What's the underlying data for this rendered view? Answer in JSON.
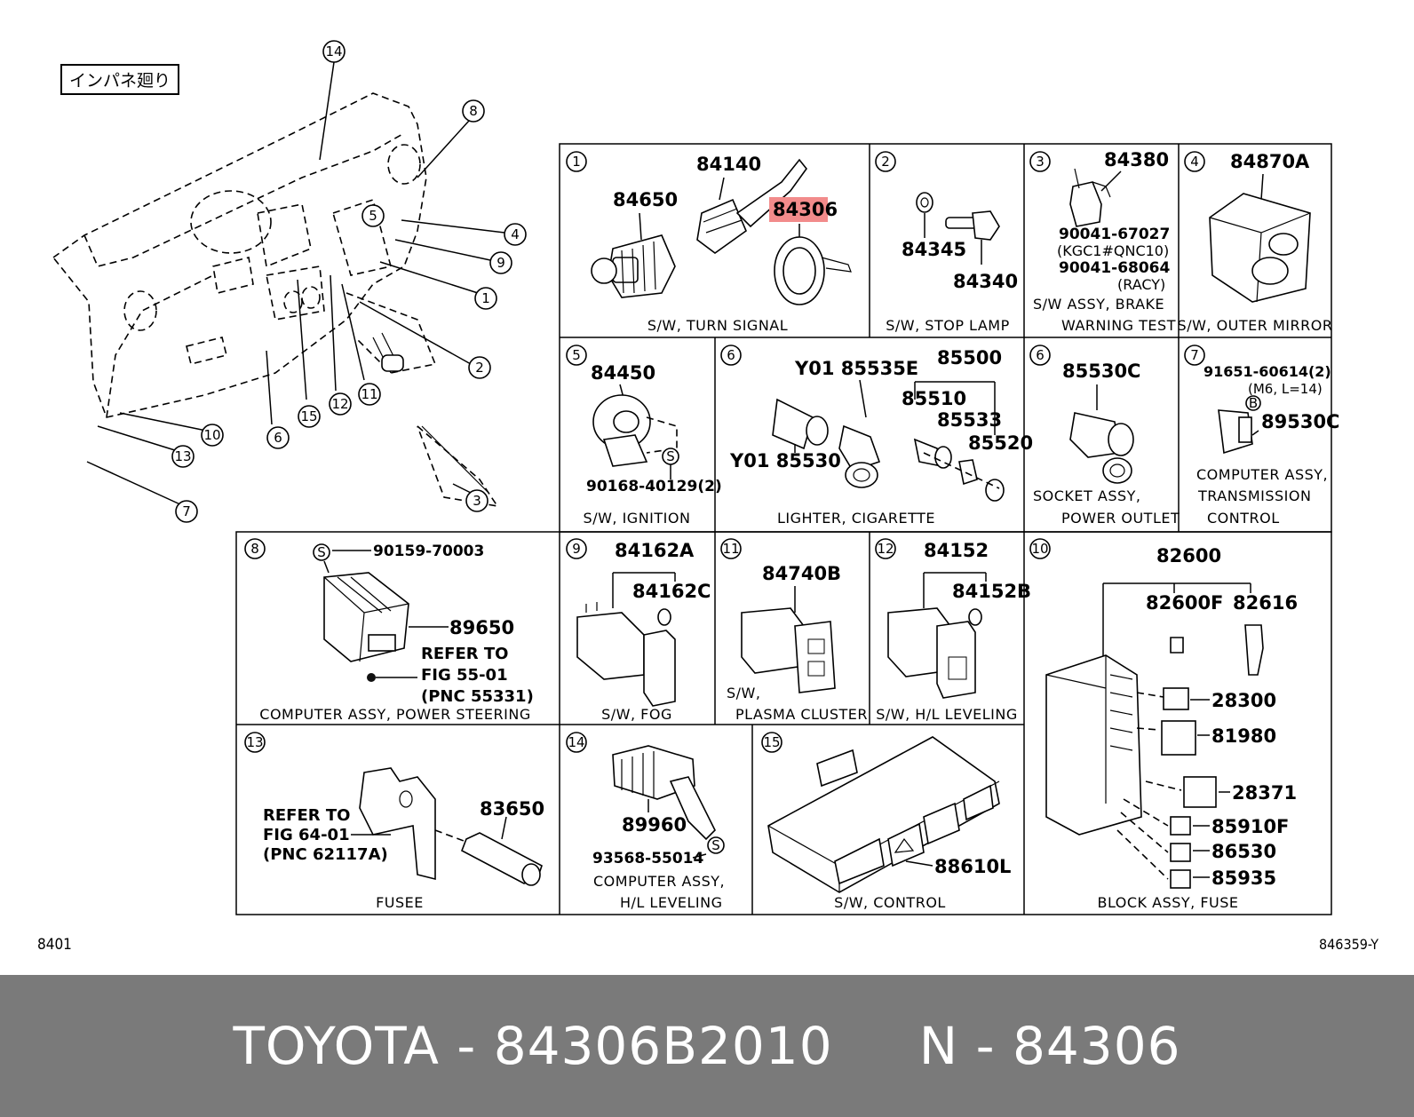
{
  "section_title": "インパネ廻り",
  "overview_callouts": [
    "14",
    "8",
    "5",
    "4",
    "9",
    "1",
    "2",
    "10",
    "13",
    "7",
    "6",
    "15",
    "12",
    "11",
    "3"
  ],
  "cells": {
    "c1": {
      "no": "1",
      "caption": "S/W, TURN SIGNAL",
      "parts": [
        "84650",
        "84140",
        "84306"
      ],
      "highlight": "84306"
    },
    "c2": {
      "no": "2",
      "caption": "S/W, STOP LAMP",
      "parts": [
        "84345",
        "84340"
      ]
    },
    "c3": {
      "no": "3",
      "caption_line1": "S/W ASSY, BRAKE",
      "caption_line2": "WARNING TEST",
      "parts": [
        "84380",
        "90041-67027",
        "(KGC1#QNC10)",
        "90041-68064",
        "(RACY)"
      ]
    },
    "c4": {
      "no": "4",
      "caption": "S/W, OUTER MIRROR",
      "parts": [
        "84870A"
      ]
    },
    "c5": {
      "no": "5",
      "caption": "S/W, IGNITION",
      "parts": [
        "84450",
        "90168-40129(2)"
      ],
      "symbol": "S"
    },
    "c6a": {
      "no": "6",
      "caption": "LIGHTER, CIGARETTE",
      "parts": [
        "Y01 85535E",
        "85500",
        "85510",
        "85533",
        "85520",
        "Y01 85530"
      ]
    },
    "c6b": {
      "no": "6",
      "caption_line1": "SOCKET ASSY,",
      "caption_line2": "POWER OUTLET",
      "parts": [
        "85530C"
      ]
    },
    "c7": {
      "no": "7",
      "caption_line1": "COMPUTER ASSY,",
      "caption_line2": "TRANSMISSION",
      "caption_line3": "CONTROL",
      "parts": [
        "91651-60614(2)",
        "(M6, L=14)",
        "89530C"
      ],
      "symbol": "B"
    },
    "c8": {
      "no": "8",
      "caption": "COMPUTER ASSY, POWER STEERING",
      "parts": [
        "90159-70003",
        "89650"
      ],
      "refer": [
        "REFER TO",
        "FIG 55-01",
        "(PNC 55331)"
      ],
      "symbol": "S"
    },
    "c9": {
      "no": "9",
      "caption": "S/W, FOG",
      "parts": [
        "84162A",
        "84162C"
      ]
    },
    "c11": {
      "no": "11",
      "caption_line1": "S/W,",
      "caption_line2": "PLASMA CLUSTER",
      "parts": [
        "84740B"
      ]
    },
    "c12": {
      "no": "12",
      "caption": "S/W, H/L LEVELING",
      "parts": [
        "84152",
        "84152B"
      ]
    },
    "c10": {
      "no": "10",
      "caption": "BLOCK ASSY, FUSE",
      "parts": [
        "82600",
        "82600F",
        "82616",
        "28300",
        "81980",
        "28371",
        "85910F",
        "86530",
        "85935"
      ]
    },
    "c13": {
      "no": "13",
      "caption": "FUSEE",
      "parts": [
        "83650"
      ],
      "refer": [
        "REFER TO",
        "FIG 64-01",
        "(PNC 62117A)"
      ]
    },
    "c14": {
      "no": "14",
      "caption_line1": "COMPUTER ASSY,",
      "caption_line2": "H/L LEVELING",
      "parts": [
        "89960",
        "93568-55014"
      ],
      "symbol": "S"
    },
    "c15": {
      "no": "15",
      "caption": "S/W, CONTROL",
      "parts": [
        "88610L"
      ]
    }
  },
  "page_code_left": "8401",
  "page_code_right": "846359-Y",
  "footer": {
    "brand": "TOYOTA",
    "part_number": "84306B2010",
    "pnc_label": "N",
    "pnc": "84306",
    "separator": "-"
  },
  "colors": {
    "highlight": "#f28b8b",
    "footer_bg": "#7a7a7a",
    "footer_text": "#ffffff"
  }
}
